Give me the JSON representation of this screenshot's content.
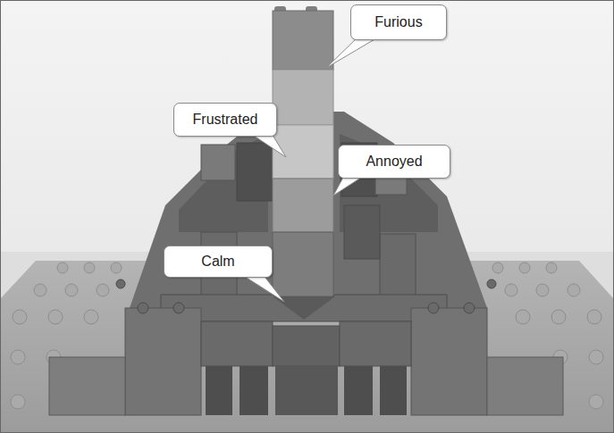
{
  "diagram": {
    "nodes": [
      {
        "text": [
          "Furious"
        ]
      },
      {
        "text": [
          "Frustrated"
        ]
      },
      {
        "text": [
          "Annoyed"
        ]
      },
      {
        "text": [
          "Calm"
        ]
      }
    ]
  }
}
